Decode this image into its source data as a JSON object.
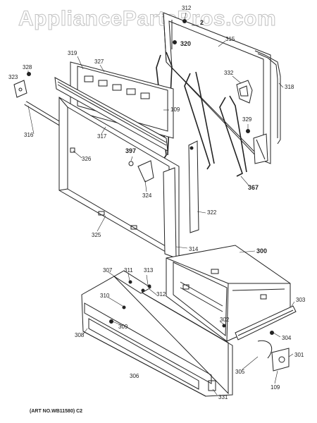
{
  "watermark": "AppliancePartsPros.com",
  "art_note": "(ART NO.WB11580) C2",
  "callouts": [
    {
      "id": "c312",
      "text": "312"
    },
    {
      "id": "c2",
      "text": "2"
    },
    {
      "id": "c320",
      "text": "320"
    },
    {
      "id": "c315",
      "text": "315"
    },
    {
      "id": "c319",
      "text": "319"
    },
    {
      "id": "c327",
      "text": "327"
    },
    {
      "id": "c328",
      "text": "328"
    },
    {
      "id": "c323",
      "text": "323"
    },
    {
      "id": "c332",
      "text": "332"
    },
    {
      "id": "c318",
      "text": "318"
    },
    {
      "id": "c109a",
      "text": "109"
    },
    {
      "id": "c329",
      "text": "329"
    },
    {
      "id": "c316",
      "text": "316"
    },
    {
      "id": "c317",
      "text": "317"
    },
    {
      "id": "c397",
      "text": "397"
    },
    {
      "id": "c326",
      "text": "326"
    },
    {
      "id": "c367",
      "text": "367"
    },
    {
      "id": "c324",
      "text": "324"
    },
    {
      "id": "c322",
      "text": "322"
    },
    {
      "id": "c325",
      "text": "325"
    },
    {
      "id": "c314",
      "text": "314"
    },
    {
      "id": "c300",
      "text": "300"
    },
    {
      "id": "c307",
      "text": "307"
    },
    {
      "id": "c311",
      "text": "311"
    },
    {
      "id": "c313",
      "text": "313"
    },
    {
      "id": "c312b",
      "text": "312"
    },
    {
      "id": "c310",
      "text": "310"
    },
    {
      "id": "c303",
      "text": "303"
    },
    {
      "id": "c309",
      "text": "309"
    },
    {
      "id": "c302",
      "text": "302"
    },
    {
      "id": "c308",
      "text": "308"
    },
    {
      "id": "c304",
      "text": "304"
    },
    {
      "id": "c301",
      "text": "301"
    },
    {
      "id": "c305",
      "text": "305"
    },
    {
      "id": "c306",
      "text": "306"
    },
    {
      "id": "c109b",
      "text": "109"
    },
    {
      "id": "c331",
      "text": "331"
    }
  ]
}
